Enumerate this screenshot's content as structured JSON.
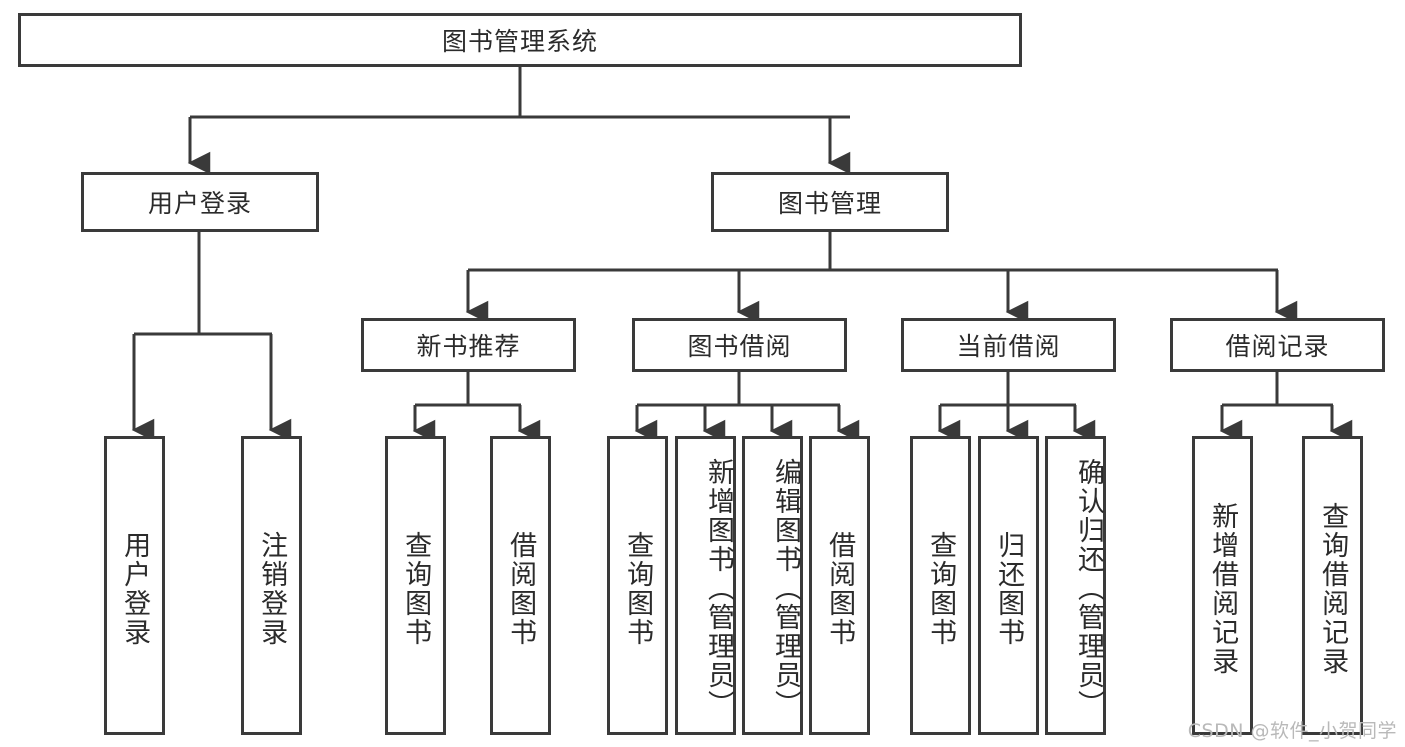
{
  "diagram": {
    "type": "tree-hierarchy",
    "title": "图书管理系统",
    "root": {
      "id": "root",
      "label": "图书管理系统",
      "orientation": "horizontal"
    },
    "level1": [
      {
        "id": "user-login",
        "label": "用户登录",
        "orientation": "horizontal"
      },
      {
        "id": "book-manage",
        "label": "图书管理",
        "orientation": "horizontal"
      }
    ],
    "level2": [
      {
        "id": "new-book-rec",
        "label": "新书推荐",
        "orientation": "horizontal",
        "parent": "book-manage"
      },
      {
        "id": "book-borrow",
        "label": "图书借阅",
        "orientation": "horizontal",
        "parent": "book-manage"
      },
      {
        "id": "current-borrow",
        "label": "当前借阅",
        "orientation": "horizontal",
        "parent": "book-manage"
      },
      {
        "id": "borrow-record",
        "label": "借阅记录",
        "orientation": "horizontal",
        "parent": "book-manage"
      }
    ],
    "leaves": [
      {
        "id": "leaf-user-login",
        "label": "用户登录",
        "parent": "user-login",
        "orientation": "vertical"
      },
      {
        "id": "leaf-logout",
        "label": "注销登录",
        "parent": "user-login",
        "orientation": "vertical"
      },
      {
        "id": "leaf-query-book-1",
        "label": "查询图书",
        "parent": "new-book-rec",
        "orientation": "vertical"
      },
      {
        "id": "leaf-borrow-book-1",
        "label": "借阅图书",
        "parent": "new-book-rec",
        "orientation": "vertical"
      },
      {
        "id": "leaf-query-book-2",
        "label": "查询图书",
        "parent": "book-borrow",
        "orientation": "vertical"
      },
      {
        "id": "leaf-add-book",
        "label": "新增图书（管理员）",
        "parent": "book-borrow",
        "orientation": "vertical"
      },
      {
        "id": "leaf-edit-book",
        "label": "编辑图书（管理员）",
        "parent": "book-borrow",
        "orientation": "vertical"
      },
      {
        "id": "leaf-borrow-book-2",
        "label": "借阅图书",
        "parent": "book-borrow",
        "orientation": "vertical"
      },
      {
        "id": "leaf-query-book-3",
        "label": "查询图书",
        "parent": "current-borrow",
        "orientation": "vertical"
      },
      {
        "id": "leaf-return-book",
        "label": "归还图书",
        "parent": "current-borrow",
        "orientation": "vertical"
      },
      {
        "id": "leaf-confirm-return",
        "label": "确认归还（管理员）",
        "parent": "current-borrow",
        "orientation": "vertical"
      },
      {
        "id": "leaf-add-record",
        "label": "新增借阅记录",
        "parent": "borrow-record",
        "orientation": "vertical"
      },
      {
        "id": "leaf-query-record",
        "label": "查询借阅记录",
        "parent": "borrow-record",
        "orientation": "vertical"
      }
    ],
    "watermark": "CSDN @软件_小贺同学",
    "colors": {
      "stroke": "#3a3a3a",
      "fill": "#ffffff",
      "text": "#2b2b2b",
      "watermark": "#b9b9b9"
    }
  }
}
